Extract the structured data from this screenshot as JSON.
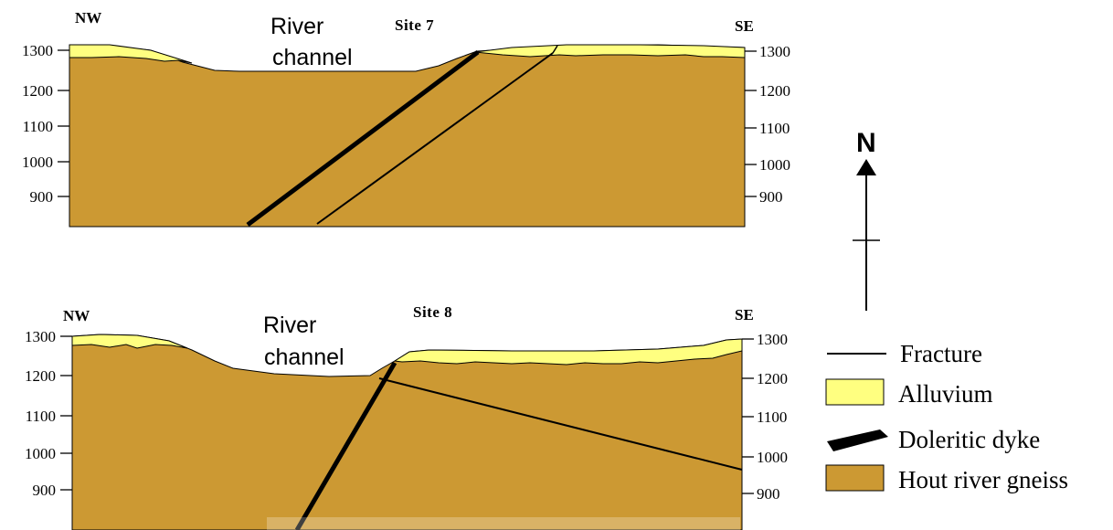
{
  "sections": [
    {
      "site_label": "Site 7",
      "left_dir": "NW",
      "right_dir": "SE",
      "river_label_line1": "River",
      "river_label_line2": "channel",
      "left_ticks": [
        "1300",
        "1200",
        "1100",
        "1000",
        "900"
      ],
      "right_ticks": [
        "1300",
        "1200",
        "1100",
        "1000",
        "900"
      ]
    },
    {
      "site_label": "Site 8",
      "left_dir": "NW",
      "right_dir": "SE",
      "river_label_line1": "River",
      "river_label_line2": "channel",
      "left_ticks": [
        "1300",
        "1200",
        "1100",
        "1000",
        "900"
      ],
      "right_ticks": [
        "1300",
        "1200",
        "1100",
        "1000",
        "900"
      ]
    }
  ],
  "north_arrow": {
    "label": "N"
  },
  "legend": [
    {
      "label": "Fracture",
      "symbol": "line"
    },
    {
      "label": "Alluvium",
      "symbol": "box",
      "color": "#ffff80"
    },
    {
      "label": "Doleritic dyke",
      "symbol": "dyke"
    },
    {
      "label": "Hout river gneiss",
      "symbol": "box",
      "color": "#cc9933"
    }
  ],
  "colors": {
    "gneiss": "#cc9933",
    "alluvium": "#ffff80",
    "dyke": "#000000"
  }
}
